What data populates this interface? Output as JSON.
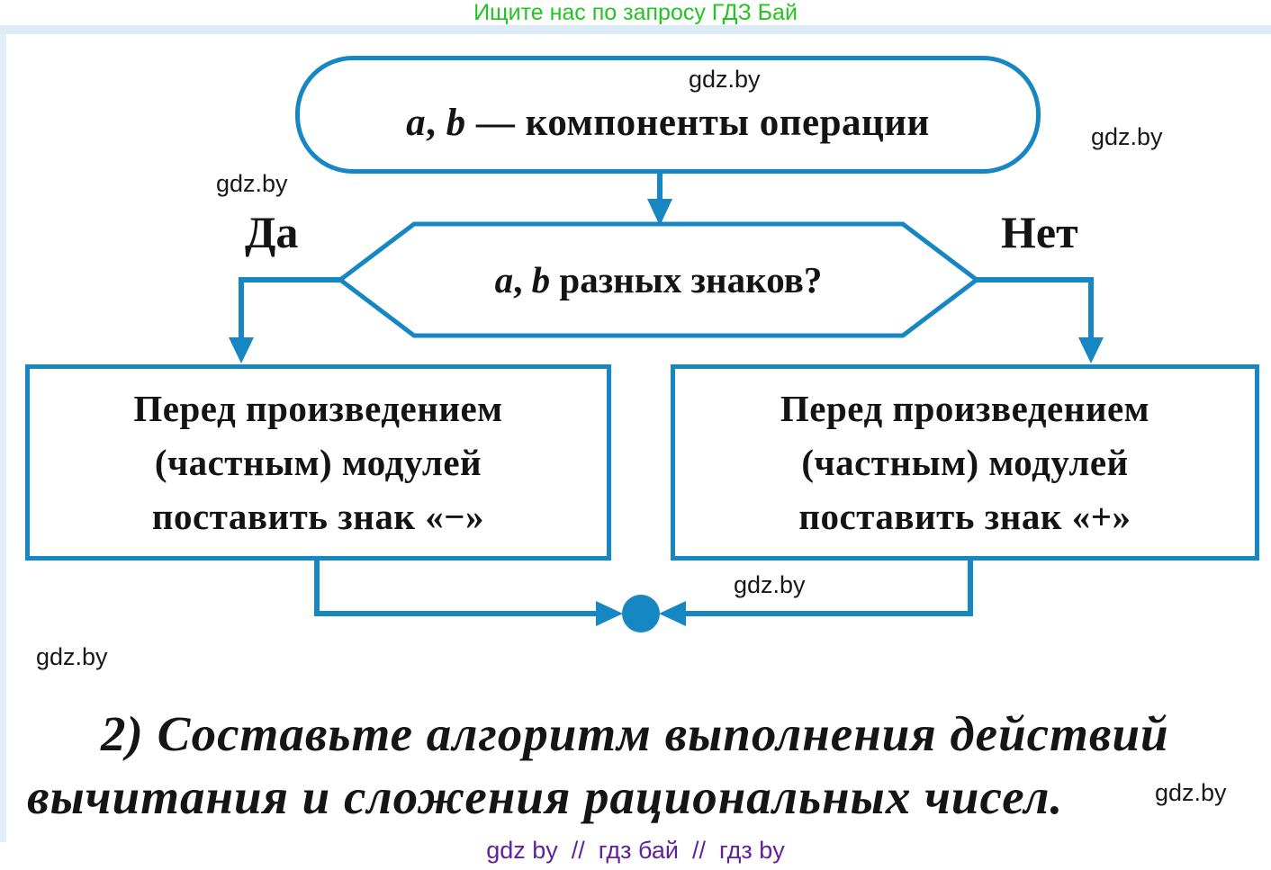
{
  "colors": {
    "accent_blue": "#1787c4",
    "banner_green": "#24c324",
    "footer_purple": "#61209c",
    "text_black": "#141414",
    "frame_light_blue": "#dcebf4"
  },
  "banner": {
    "text": "Ищите нас по запросу ГДЗ Бай"
  },
  "watermark": {
    "text": "gdz.by"
  },
  "flowchart": {
    "start": {
      "var_a": "a",
      "mid": ", ",
      "var_b": "b",
      "rest": " — компоненты операции"
    },
    "decision": {
      "var_a": "a",
      "mid": ", ",
      "var_b": "b",
      "rest": " разных знаков?"
    },
    "branch_yes": "Да",
    "branch_no": "Нет",
    "box_left": {
      "lines": [
        "Перед произведением",
        "(частным) модулей",
        "поставить знак «−»"
      ]
    },
    "box_right": {
      "lines": [
        "Перед произведением",
        "(частным) модулей",
        "поставить знак «+»"
      ]
    }
  },
  "task": {
    "line1": "2) Составьте алгоритм выполнения действий",
    "line2": "вычитания и сложения рациональных чисел."
  },
  "footer": {
    "text": "gdz by  //  гдз бай  //  гдз by"
  }
}
